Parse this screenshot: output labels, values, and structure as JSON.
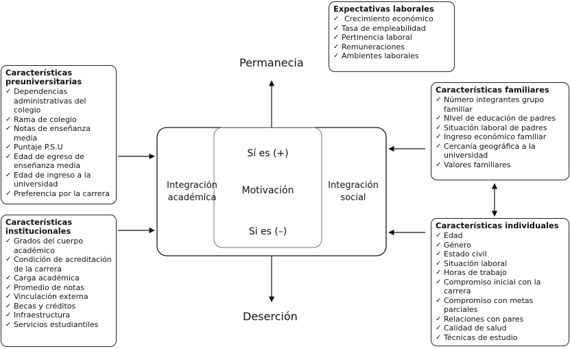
{
  "permanencia": "Permanecia",
  "desercion": "Deserción",
  "center": {
    "left_label_1": "Integración",
    "left_label_2": "académica",
    "right_label_1": "Integración",
    "right_label_2": "social",
    "top": "Sí es (+)",
    "middle": "Motivación",
    "bottom": "Si es (–)"
  },
  "expectativas": {
    "title": "Expectativas laborales",
    "items": [
      "Crecimiento económico",
      "Tasa de empleabilidad",
      "Pertinencia laboral",
      "Remuneraciones",
      "Ambientes laborales"
    ]
  },
  "preuniversitarias": {
    "title_1": "Características",
    "title_2": "preuniversitarias",
    "items": [
      {
        "l1": "Dependencias",
        "l2": "administrativas del colegio"
      },
      {
        "l1": "Rama de colegio",
        "l2": ""
      },
      {
        "l1": "Notas de enseñanza",
        "l2": "media"
      },
      {
        "l1": "Puntaje P.S.U",
        "l2": ""
      },
      {
        "l1": "Edad de egreso de",
        "l2": "enseñanza media"
      },
      {
        "l1": "Edad de ingreso a la",
        "l2": "universidad"
      },
      {
        "l1": "Preferencia por la carrera",
        "l2": ""
      }
    ]
  },
  "institucionales": {
    "title_1": "Características",
    "title_2": "institucionales",
    "items": [
      {
        "l1": "Grados del cuerpo",
        "l2": "académico"
      },
      {
        "l1": "Condición de acreditación",
        "l2": "de la carrera"
      },
      {
        "l1": "Carga académica",
        "l2": ""
      },
      {
        "l1": "Promedio de notas",
        "l2": ""
      },
      {
        "l1": "Vinculación externa",
        "l2": ""
      },
      {
        "l1": "Becas y créditos",
        "l2": ""
      },
      {
        "l1": "Infraestructura",
        "l2": ""
      },
      {
        "l1": "Servicios estudiantiles",
        "l2": ""
      }
    ]
  },
  "familiares": {
    "title": "Características familiares",
    "items": [
      {
        "l1": "Número integrantes grupo",
        "l2": "familiar"
      },
      {
        "l1": "NIvel de educación de padres",
        "l2": ""
      },
      {
        "l1": "Situación laboral de padres",
        "l2": ""
      },
      {
        "l1": "Ingreso económico familiar",
        "l2": ""
      },
      {
        "l1": "Cercanía geográfica a la",
        "l2": "universidad"
      },
      {
        "l1": "Valores familiares",
        "l2": ""
      }
    ]
  },
  "individuales": {
    "title": "Características individuales",
    "items": [
      "Edad",
      "Género",
      "Estado civil",
      "Situación laboral",
      "Horas de trabajo",
      "Compromiso inicial con la carrera",
      "Compromiso con metas parciales",
      "Relaciones con pares",
      "Calidad de salud",
      "Técnicas de estudio"
    ]
  }
}
